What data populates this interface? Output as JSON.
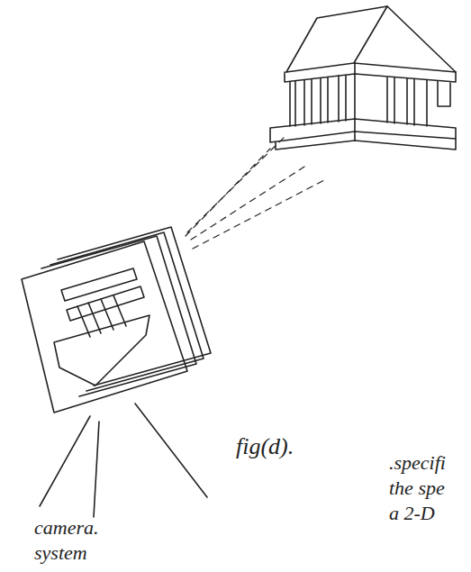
{
  "diagram": {
    "labels": [
      "fig(d).",
      ".specifi",
      "the spe",
      "a 2-D",
      "camera. system"
    ]
  }
}
